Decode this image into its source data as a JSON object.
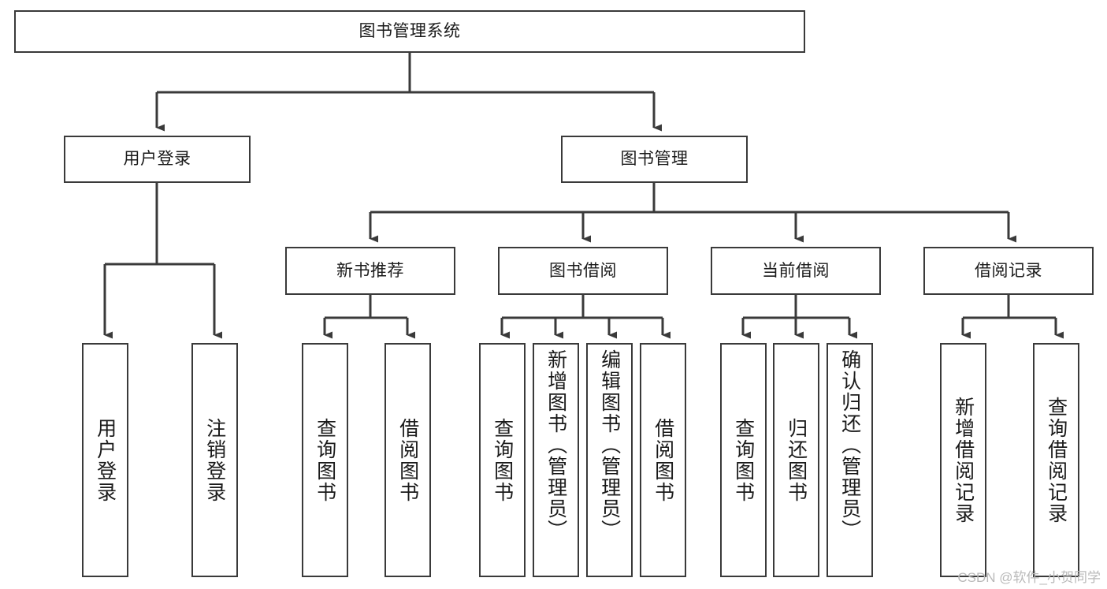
{
  "diagram": {
    "title": "图书管理系统",
    "type": "功能结构图",
    "root": {
      "label": "图书管理系统"
    },
    "level1": [
      {
        "label": "用户登录"
      },
      {
        "label": "图书管理"
      }
    ],
    "level2": [
      {
        "label": "新书推荐"
      },
      {
        "label": "图书借阅"
      },
      {
        "label": "当前借阅"
      },
      {
        "label": "借阅记录"
      }
    ],
    "leaves": {
      "user_login": [
        {
          "label": "用户登录"
        },
        {
          "label": "注销登录"
        }
      ],
      "new_book_recommend": [
        {
          "label": "查询图书"
        },
        {
          "label": "借阅图书"
        }
      ],
      "book_borrow": [
        {
          "label": "查询图书"
        },
        {
          "label": "新增图书（管理员）"
        },
        {
          "label": "编辑图书（管理员）"
        },
        {
          "label": "借阅图书"
        }
      ],
      "current_borrow": [
        {
          "label": "查询图书"
        },
        {
          "label": "归还图书"
        },
        {
          "label": "确认归还（管理员）"
        }
      ],
      "borrow_record": [
        {
          "label": "新增借阅记录"
        },
        {
          "label": "查询借阅记录"
        }
      ]
    }
  },
  "watermark": {
    "text": "CSDN @软件_小贺同学"
  },
  "colors": {
    "stroke": "#3a3a3a",
    "fill": "#ffffff",
    "text": "#1a1a1a",
    "watermark": "#b9b9b9"
  }
}
